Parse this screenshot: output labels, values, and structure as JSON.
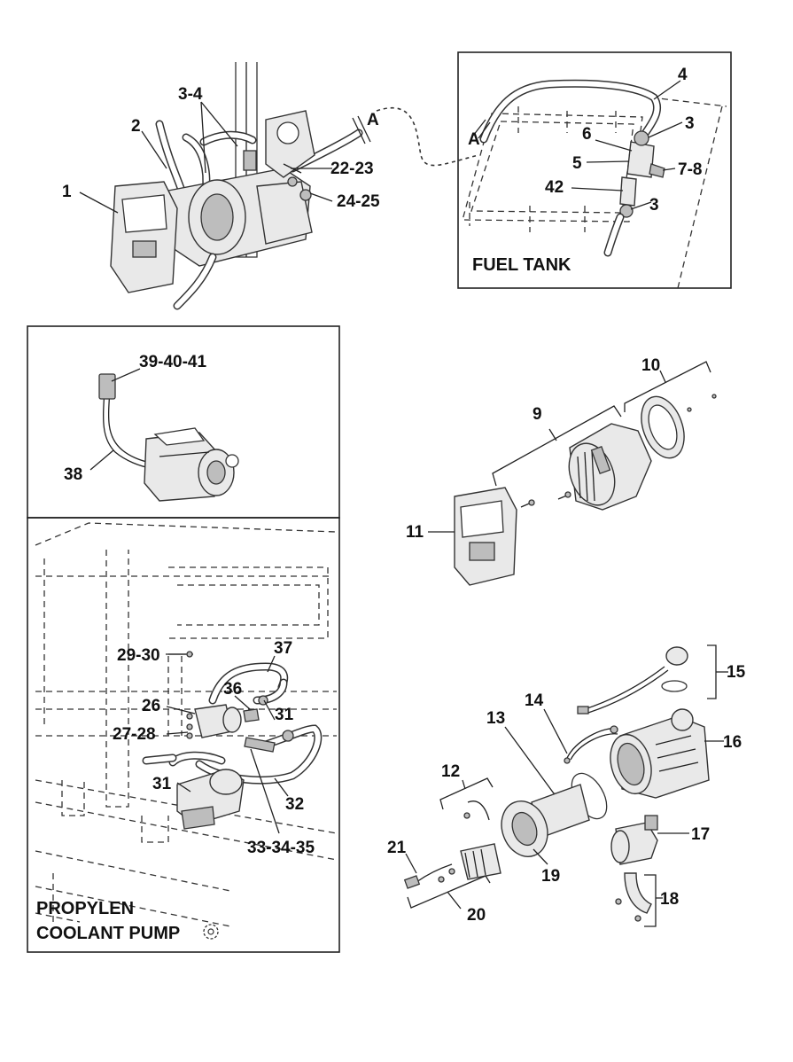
{
  "labels": {
    "fuel_tank": "FUEL TANK",
    "propylen": "PROPYLEN",
    "coolant_pump": "COOLANT PUMP",
    "ref_a_left": "A",
    "ref_a_right": "A"
  },
  "callouts": {
    "c1": "1",
    "c2": "2",
    "c3_4": "3-4",
    "c22_23": "22-23",
    "c24_25": "24-25",
    "c4": "4",
    "c3_top": "3",
    "c6": "6",
    "c5": "5",
    "c7_8": "7-8",
    "c42": "42",
    "c3_bottom": "3",
    "c39_40_41": "39-40-41",
    "c38": "38",
    "c10": "10",
    "c9": "9",
    "c11": "11",
    "c29_30": "29-30",
    "c37": "37",
    "c36": "36",
    "c26": "26",
    "c31_upper": "31",
    "c27_28": "27-28",
    "c31_lower": "31",
    "c32": "32",
    "c33_34_35": "33-34-35",
    "c15": "15",
    "c14": "14",
    "c13": "13",
    "c16": "16",
    "c12": "12",
    "c17": "17",
    "c21": "21",
    "c19": "19",
    "c18": "18",
    "c20": "20"
  }
}
